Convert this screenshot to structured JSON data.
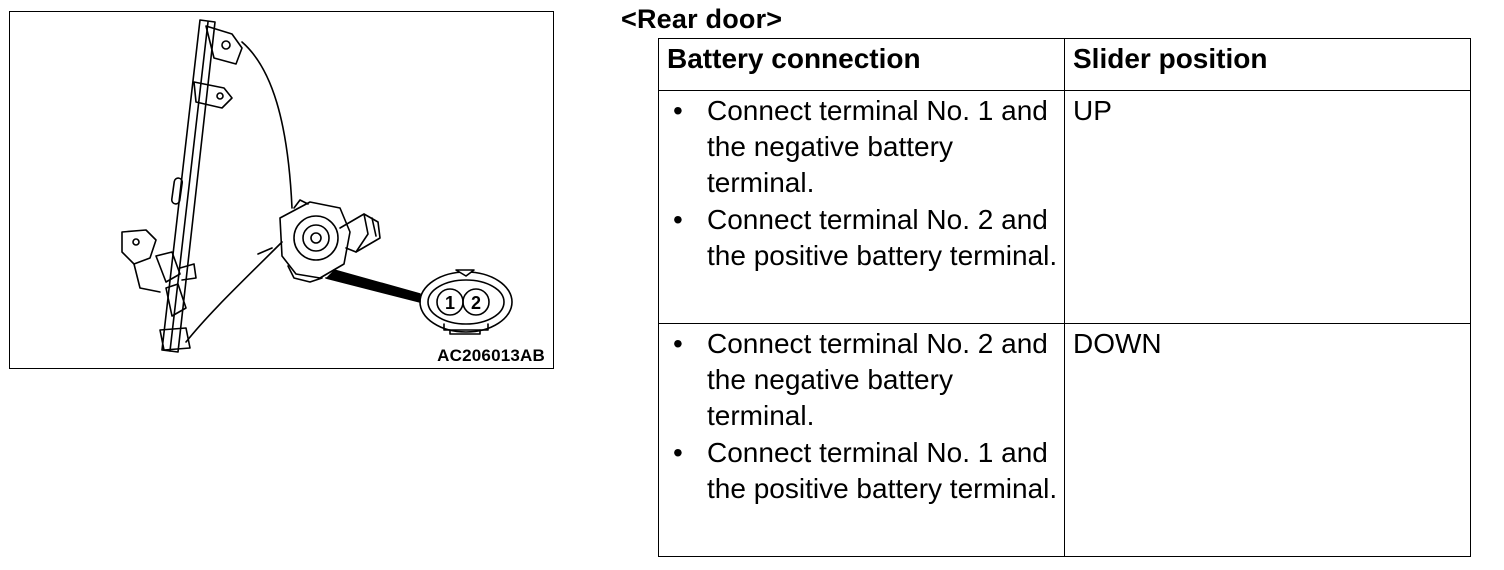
{
  "figure": {
    "code": "AC206013AB",
    "connector_pins": [
      "1",
      "2"
    ]
  },
  "section_title": "<Rear door>",
  "table": {
    "headers": [
      "Battery connection",
      "Slider position"
    ],
    "rows": [
      {
        "connections": [
          "Connect terminal No. 1 and the negative battery terminal.",
          "Connect terminal No. 2 and the positive battery terminal."
        ],
        "position": "UP"
      },
      {
        "connections": [
          "Connect terminal No. 2 and the negative battery terminal.",
          "Connect terminal No. 1 and the positive battery terminal."
        ],
        "position": "DOWN"
      }
    ]
  },
  "bullet_glyph": "•"
}
